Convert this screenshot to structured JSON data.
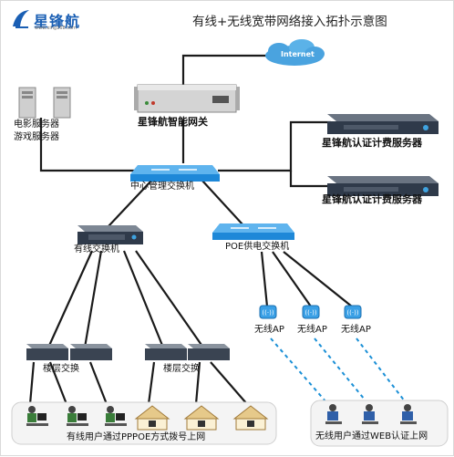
{
  "title": "有线+无线宽带网络接入拓扑示意图",
  "logo": {
    "name": "星锋航",
    "url": "www.xing168.com"
  },
  "internet": {
    "label": "Internet"
  },
  "gateway": {
    "label": "星锋航智能网关"
  },
  "media_servers": {
    "line1": "电影服务器",
    "line2": "游戏服务器"
  },
  "billing_servers": [
    {
      "label": "星锋航认证计费服务器"
    },
    {
      "label": "星锋航认证计费服务器"
    }
  ],
  "core_switch": {
    "label": "中心管理交换机"
  },
  "wired_switch": {
    "label": "有线交换机"
  },
  "poe_switch": {
    "label": "POE供电交换机"
  },
  "floor_switch_groups": [
    {
      "label": "楼层交换"
    },
    {
      "label": "楼层交换"
    }
  ],
  "access_points": [
    {
      "label": "无线AP"
    },
    {
      "label": "无线AP"
    },
    {
      "label": "无线AP"
    }
  ],
  "wired_users": {
    "label": "有线用户通过PPPOE方式拨号上网"
  },
  "wireless_users": {
    "label": "无线用户通过WEB认证上网"
  },
  "colors": {
    "wire": "#1a1a1a",
    "wireless_dash": "#1a8fd6",
    "switch_blue": "#1e88d8",
    "server_dark": "#2f3a4a",
    "logo_blue": "#1a5fb4"
  }
}
